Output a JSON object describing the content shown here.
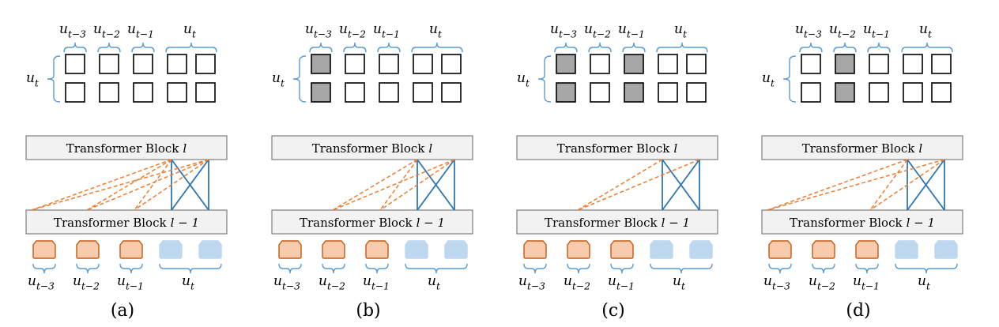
{
  "colors": {
    "attention_line": "#ed7d31",
    "causal_line": "#2e75b6",
    "token_past_fill": "#f8cbad",
    "token_past_stroke": "#c55a11",
    "token_current_fill": "#bdd7ee",
    "block_fill": "#f2f2f2",
    "block_stroke": "#7f7f7f",
    "cell_masked_fill": "#a6a6a6",
    "brace": "#5b9bd5"
  },
  "labels": {
    "transformer_block": "Transformer Block",
    "layer_l": "l",
    "layer_l_minus_1": "l − 1",
    "u_t3": "u",
    "u_t3_sub": "t−3",
    "u_t2": "u",
    "u_t2_sub": "t−2",
    "u_t1": "u",
    "u_t1_sub": "t−1",
    "u_t": "u",
    "u_t_sub": "t"
  },
  "panels": [
    {
      "caption": "(a)",
      "masked": []
    },
    {
      "caption": "(b)",
      "masked": [
        "u_t3"
      ]
    },
    {
      "caption": "(c)",
      "masked": [
        "u_t3",
        "u_t1"
      ]
    },
    {
      "caption": "(d)",
      "masked": [
        "u_t2"
      ]
    }
  ]
}
